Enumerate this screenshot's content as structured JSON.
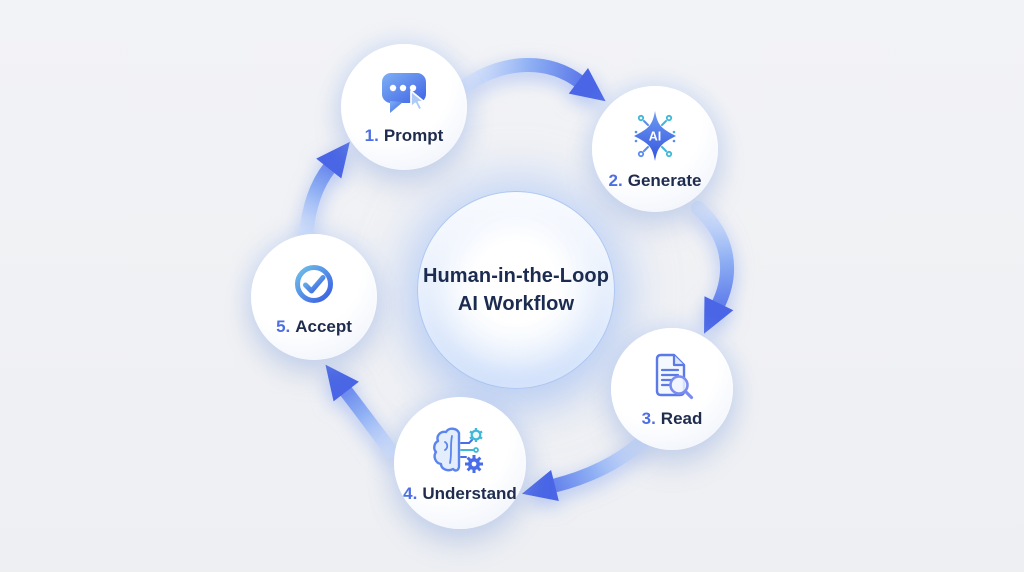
{
  "diagram": {
    "title_line1": "Human-in-the-Loop",
    "title_line2": "AI Workflow",
    "steps": [
      {
        "number": "1.",
        "label": "Prompt",
        "icon": "chat-bubble-cursor-icon"
      },
      {
        "number": "2.",
        "label": "Generate",
        "icon": "ai-sparkle-icon",
        "icon_text": "AI"
      },
      {
        "number": "3.",
        "label": "Read",
        "icon": "document-magnifier-icon"
      },
      {
        "number": "4.",
        "label": "Understand",
        "icon": "brain-gears-icon"
      },
      {
        "number": "5.",
        "label": "Accept",
        "icon": "check-circle-icon"
      }
    ],
    "flow_order": [
      "Prompt",
      "Generate",
      "Read",
      "Understand",
      "Accept"
    ],
    "colors": {
      "background": "#f1f2f5",
      "arrow_head": "#4a66e6",
      "arrow_tail": "#d5e2fb",
      "step_number": "#4e6fe3",
      "step_label": "#1f2c4e",
      "title_text": "#1c2b50",
      "node_fill": "#ffffff",
      "center_glow": "#c9dbf8",
      "icon_blue": "#4a6ce8",
      "icon_teal": "#3fb8d8"
    }
  }
}
